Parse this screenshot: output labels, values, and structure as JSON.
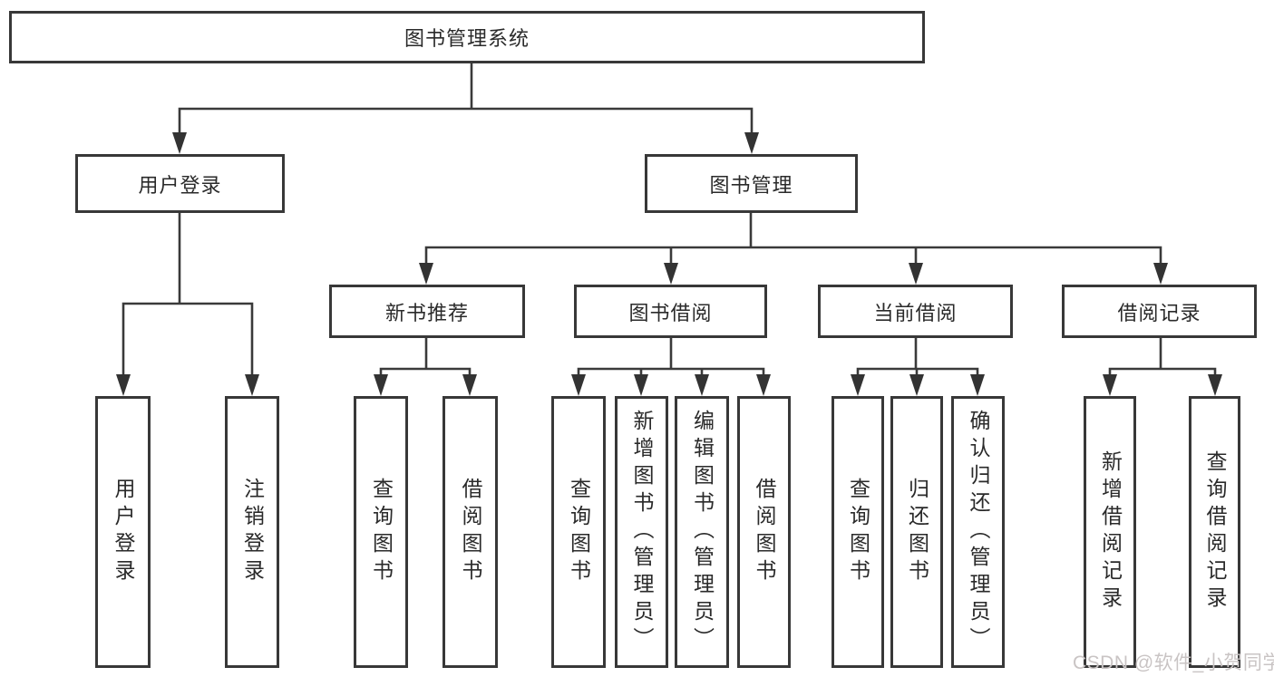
{
  "diagram_type": "hierarchy-tree",
  "tree": {
    "label": "图书管理系统",
    "children": [
      {
        "label": "用户登录",
        "children": [
          "用户登录",
          "注销登录"
        ]
      },
      {
        "label": "图书管理",
        "children": [
          {
            "label": "新书推荐",
            "children": [
              "查询图书",
              "借阅图书"
            ]
          },
          {
            "label": "图书借阅",
            "children": [
              "查询图书",
              "新增图书（管理员）",
              "编辑图书（管理员）",
              "借阅图书"
            ]
          },
          {
            "label": "当前借阅",
            "children": [
              "查询图书",
              "归还图书",
              "确认归还（管理员）"
            ]
          },
          {
            "label": "借阅记录",
            "children": [
              "新增借阅记录",
              "查询借阅记录"
            ]
          }
        ]
      }
    ]
  },
  "watermark": {
    "text": "CSDN @软件_小贺同学",
    "color": "#c9c4c4"
  },
  "colors": {
    "background": "#ffffff",
    "line": "#3a3a3a",
    "box_border": "#383838",
    "text": "#2a2a2a"
  }
}
